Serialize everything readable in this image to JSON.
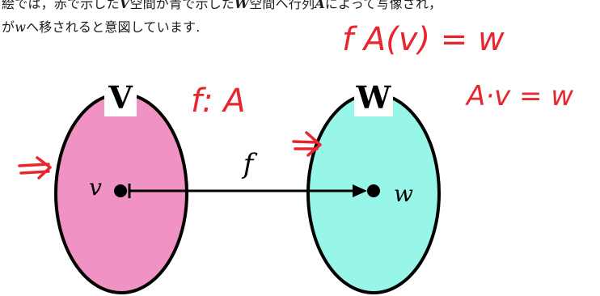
{
  "caption": {
    "line1_pre": "絵では，赤で示した",
    "line1_v": "V",
    "line1_mid": "空間が青で示した",
    "line1_w": "W",
    "line1_mid2": "空間へ行列",
    "line1_a": "A",
    "line1_post": "によって写像され，",
    "line2_pre": "が",
    "line2_w": "w",
    "line2_post": "へ移されると意図しています."
  },
  "diagram": {
    "domain_label": "V",
    "codomain_label": "W",
    "source_point": "v",
    "target_point": "w",
    "map_label": "f"
  },
  "annotations": {
    "note_map": "f: A",
    "note_apply": "f A(v) = w",
    "note_product": "A·v = w"
  },
  "colors": {
    "domain_fill": "#f092c3",
    "codomain_fill": "#98f6e9",
    "outline": "#000000",
    "annotation_ink": "#e8262e"
  }
}
